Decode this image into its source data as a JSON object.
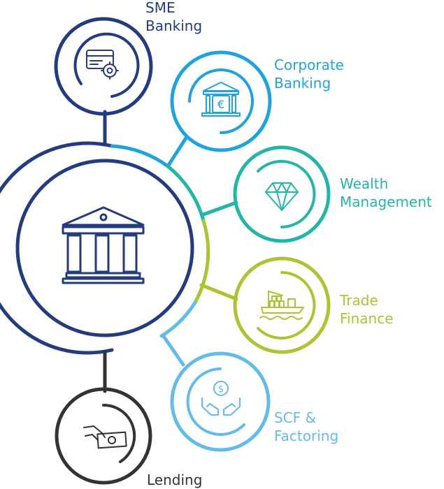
{
  "nodes": [
    {
      "id": "sme",
      "line1": "SME",
      "line2": "Banking",
      "color": "#243b7d",
      "icon": "credit-card-gear-icon"
    },
    {
      "id": "corporate",
      "line1": "Corporate",
      "line2": "Banking",
      "color": "#1ea3dc",
      "icon": "bank-euro-icon"
    },
    {
      "id": "wealth",
      "line1": "Wealth",
      "line2": "Management",
      "color": "#23b5a8",
      "icon": "diamond-icon"
    },
    {
      "id": "trade",
      "line1": "Trade",
      "line2": "Finance",
      "color": "#a7c631",
      "icon": "cargo-ship-icon"
    },
    {
      "id": "scf",
      "line1": "SCF &",
      "line2": "Factoring",
      "color": "#63bbea",
      "icon": "hands-dollar-coin-icon"
    },
    {
      "id": "lending",
      "line1": "Lending",
      "line2": "",
      "color": "#333333",
      "icon": "hand-banknote-icon"
    }
  ],
  "center": {
    "icon": "bank-building-icon",
    "color": "#243b7d"
  }
}
